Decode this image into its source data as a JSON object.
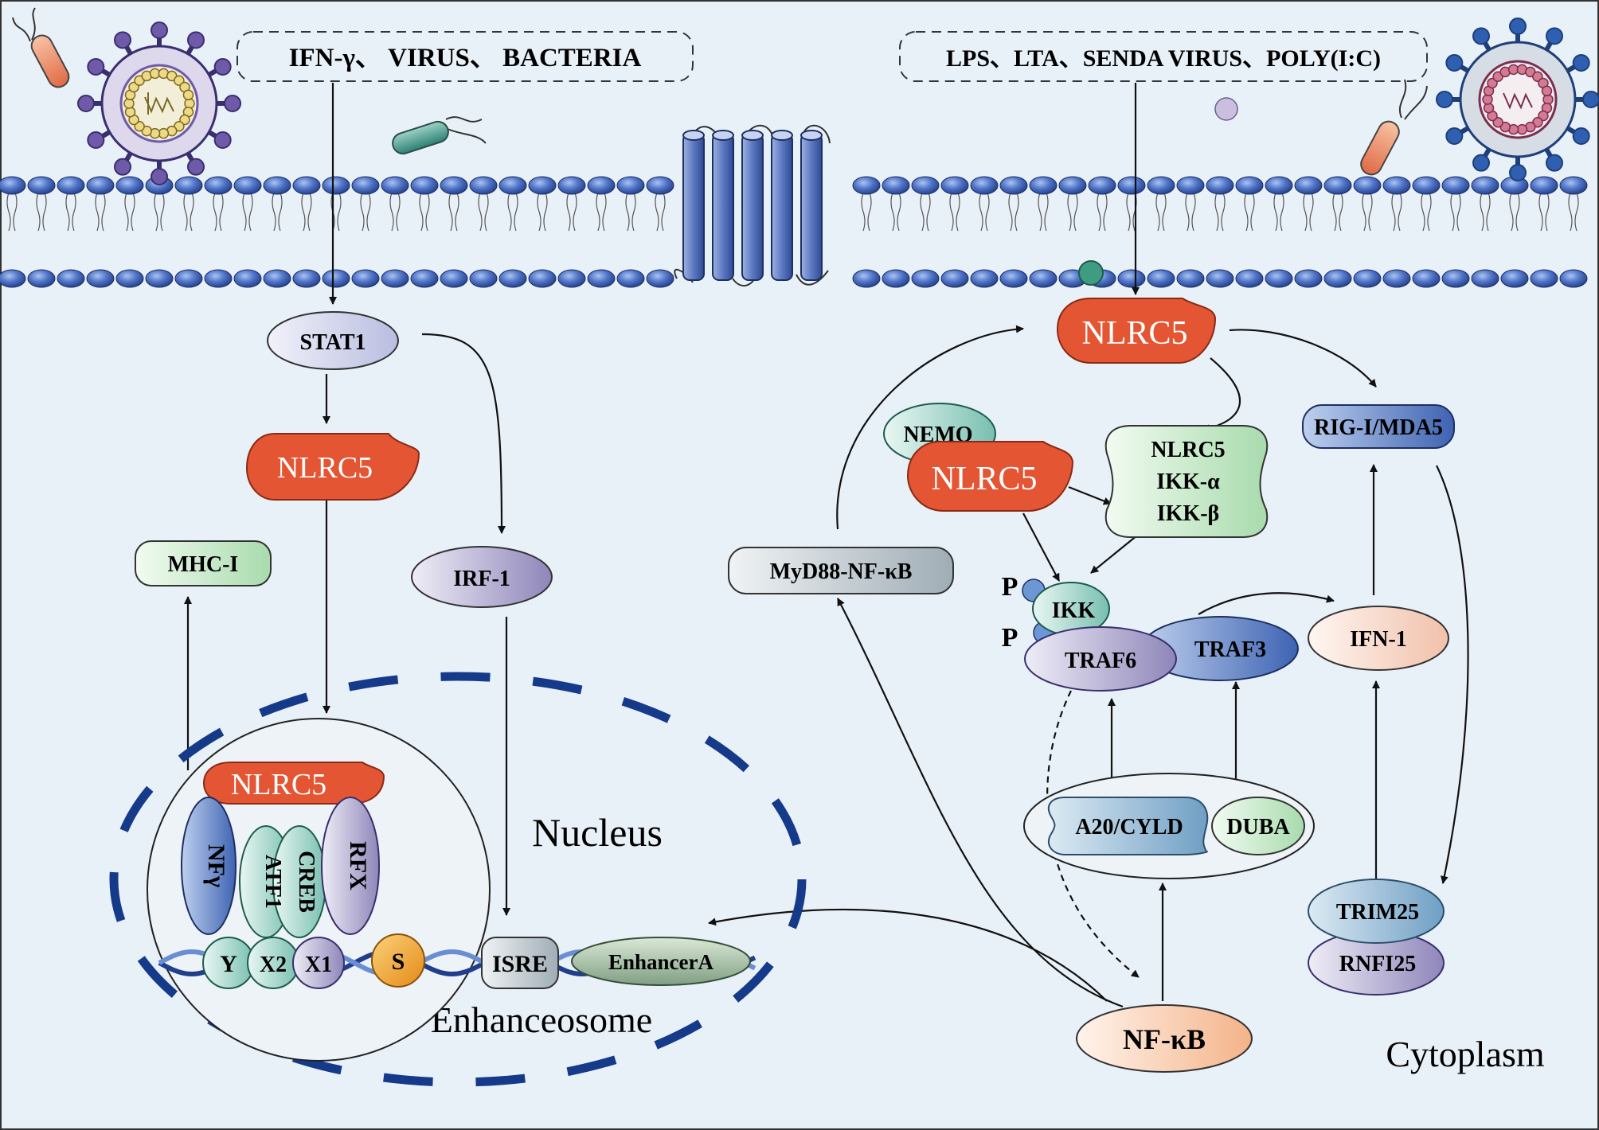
{
  "stimuli": {
    "left": "IFN-γ、 VIRUS、 BACTERIA",
    "right": "LPS、LTA、SENDA VIRUS、POLY(I:C)"
  },
  "left_path": {
    "stat1": "STAT1",
    "nlrc5": "NLRC5",
    "irf1": "IRF-1",
    "mhc1": "MHC-I"
  },
  "nucleus": {
    "title": "Nucleus",
    "enhanceosome": "Enhanceosome",
    "nlrc5": "NLRC5",
    "nfy": "NFγ",
    "creb": "CREB",
    "atf1": "ATF1",
    "rfx": "RFX",
    "dna_boxes": [
      "Y",
      "X2",
      "X1",
      "S",
      "ISRE"
    ],
    "enhancer": "EnhancerA"
  },
  "right_path": {
    "nlrc5_top": "NLRC5",
    "nemo": "NEMO",
    "nlrc5_mid": "NLRC5",
    "complex": [
      "NLRC5",
      "IKK-α",
      "IKK-β"
    ],
    "myd88": "MyD88-NF-κB",
    "p1": "P",
    "p2": "P",
    "ikk": "IKK",
    "traf6": "TRAF6",
    "traf3": "TRAF3",
    "a20": "A20/CYLD",
    "duba": "DUBA",
    "nfkb": "NF-κB",
    "rig": "RIG-I/MDA5",
    "ifn1": "IFN-1",
    "trim25": "TRIM25",
    "rnf125": "RNFI25",
    "cytoplasm": "Cytoplasm"
  },
  "colors": {
    "background": "#e9f1f8",
    "membrane_bead": "#3f63b8",
    "nlrc5": "#e35533",
    "nucleus_border": "#163a8a"
  }
}
